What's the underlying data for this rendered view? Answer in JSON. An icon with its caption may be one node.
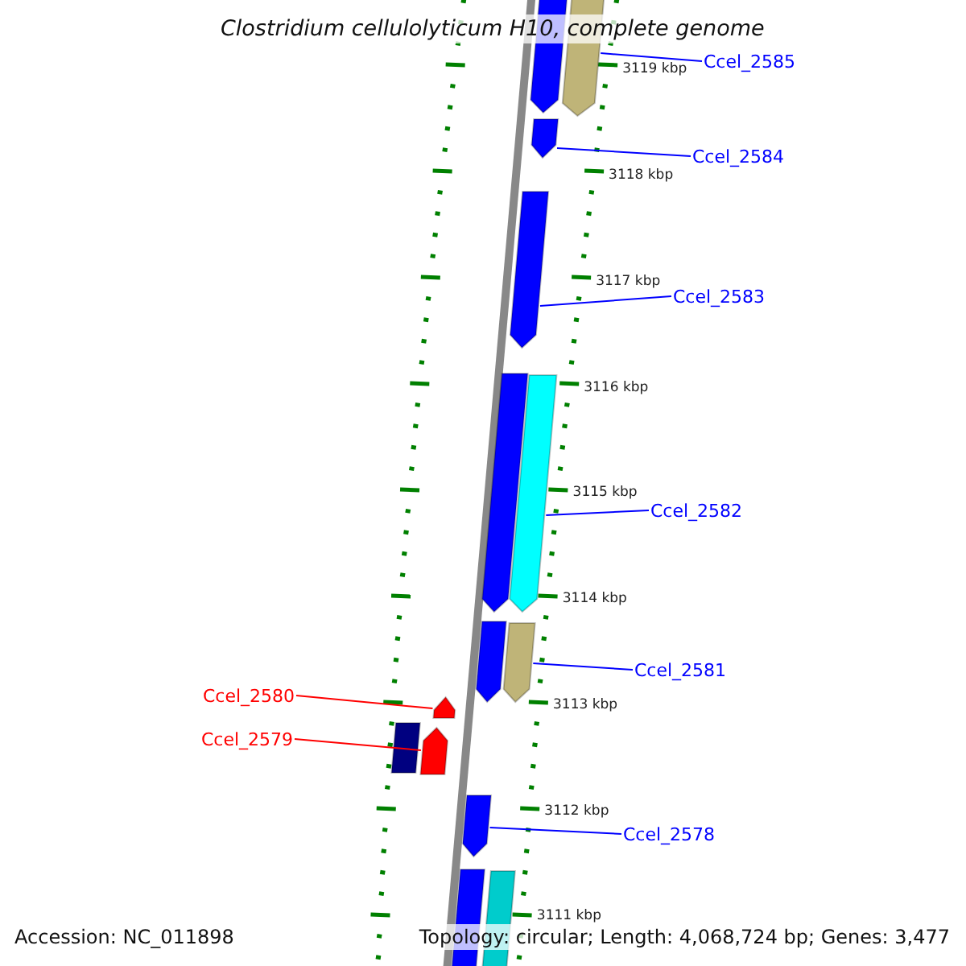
{
  "diagram": {
    "title": "Clostridium cellulolyticum H10, complete genome",
    "nodes": [
      {
        "text": [
          "Ccel_2585"
        ]
      },
      {
        "text": [],
        "shape": "arrow"
      },
      {
        "text": [
          "Ccel_2584"
        ]
      },
      {
        "text": [],
        "shape": "arrow"
      },
      {
        "text": [
          "Ccel_2583"
        ]
      },
      {
        "text": [],
        "shape": "arrow"
      },
      {
        "text": [
          "Ccel_2582"
        ]
      },
      {
        "text": [],
        "shape": "arrow"
      },
      {
        "text": [
          "Ccel_2581"
        ]
      },
      {
        "text": [],
        "shape": "arrow"
      },
      {
        "text": [
          "Ccel_2580"
        ]
      },
      {
        "text": [],
        "shape": "arrow"
      },
      {
        "text": [
          "Ccel_2579"
        ]
      },
      {
        "text": [],
        "shape": "arrow"
      },
      {
        "text": [
          "Ccel_2578"
        ]
      },
      {
        "text": [],
        "shape": "arrow"
      },
      {
        "text": [],
        "shape": "arrow"
      },
      {
        "text": [],
        "shape": "arrow"
      },
      {
        "text": [],
        "shape": "arrow"
      },
      {
        "text": [],
        "shape": "box"
      },
      {
        "text": [],
        "shape": "box"
      },
      {
        "text": [],
        "shape": "box"
      }
    ],
    "edges": [
      {
        "from": 0,
        "to": 1,
        "arrow": "none"
      },
      {
        "from": 2,
        "to": 3,
        "arrow": "none"
      },
      {
        "from": 4,
        "to": 5,
        "arrow": "none"
      },
      {
        "from": 6,
        "to": 7,
        "arrow": "none"
      },
      {
        "from": 8,
        "to": 9,
        "arrow": "none"
      },
      {
        "from": 10,
        "to": 11,
        "arrow": "none",
        "color": "#ff0000"
      },
      {
        "from": 12,
        "to": 13,
        "arrow": "none",
        "color": "#ff0000"
      },
      {
        "from": 14,
        "to": 15,
        "arrow": "none"
      }
    ],
    "labels": [
      "3119 kbp",
      "3118 kbp",
      "3117 kbp",
      "3116 kbp",
      "3115 kbp",
      "3114 kbp",
      "3113 kbp",
      "3112 kbp",
      "3111 kbp",
      "Accession: NC_011898",
      "Topology: circular; Length: 4,068,724 bp; Genes: 3,477"
    ]
  }
}
